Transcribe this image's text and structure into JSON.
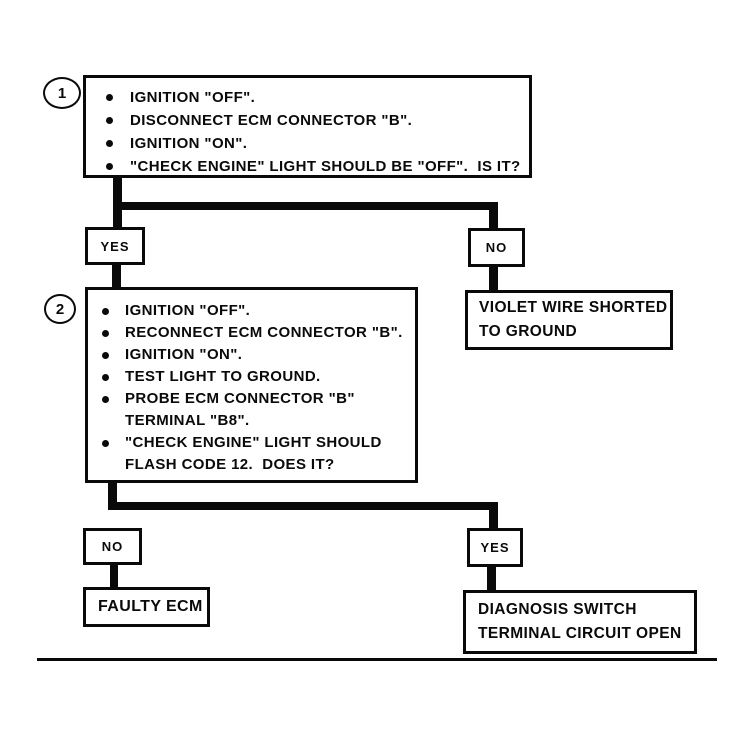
{
  "flowchart": {
    "step1": {
      "label": "1",
      "bullets": [
        "IGNITION \"OFF\".",
        "DISCONNECT ECM CONNECTOR \"B\".",
        "IGNITION \"ON\".",
        "\"CHECK ENGINE\" LIGHT SHOULD BE \"OFF\".  IS IT?"
      ]
    },
    "branch1": {
      "yes": "YES",
      "no": "NO"
    },
    "violet_result": {
      "line1": "VIOLET WIRE SHORTED",
      "line2": "TO GROUND"
    },
    "step2": {
      "label": "2",
      "lines": [
        "IGNITION \"OFF\".",
        "RECONNECT ECM CONNECTOR \"B\".",
        "IGNITION \"ON\".",
        "TEST LIGHT TO GROUND.",
        "PROBE ECM CONNECTOR \"B\"",
        "TERMINAL \"B8\".",
        "\"CHECK ENGINE\" LIGHT SHOULD",
        "FLASH CODE 12.  DOES IT?"
      ]
    },
    "branch2": {
      "no": "NO",
      "yes": "YES"
    },
    "faulty_result": {
      "text": "FAULTY ECM"
    },
    "diagnosis_result": {
      "line1": "DIAGNOSIS SWITCH",
      "line2": "TERMINAL CIRCUIT OPEN"
    },
    "colors": {
      "ink": "#0a0a0a",
      "paper": "#ffffff"
    }
  }
}
